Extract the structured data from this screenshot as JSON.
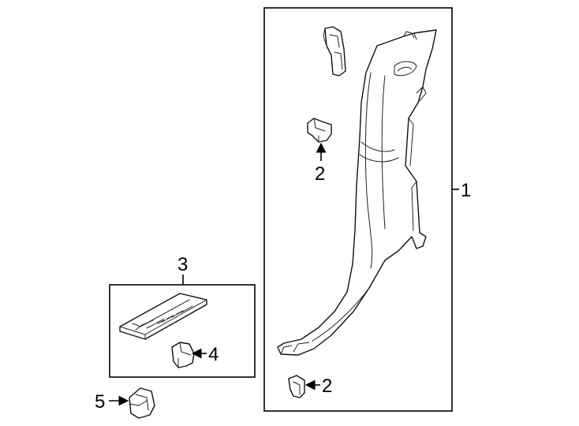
{
  "diagram": {
    "callouts": {
      "trim_panel": "1",
      "clip_upper": "2",
      "clip_lower": "2",
      "scuff_kit": "3",
      "scuff_clip": "4",
      "retainer": "5"
    }
  }
}
